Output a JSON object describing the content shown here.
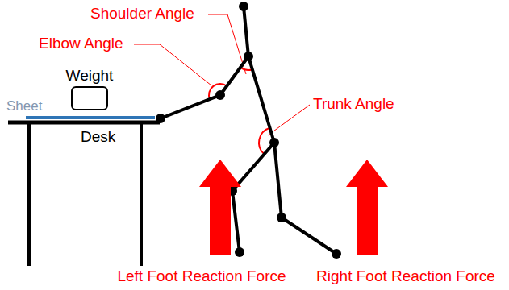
{
  "diagram": {
    "nodes": [
      {
        "text": [
          "Weight"
        ]
      }
    ],
    "labels": [
      "Shoulder Angle",
      "Elbow Angle",
      "Trunk Angle",
      "Sheet",
      "Desk",
      "Left Foot Reaction Force",
      "Right Foot Reaction Force"
    ]
  }
}
